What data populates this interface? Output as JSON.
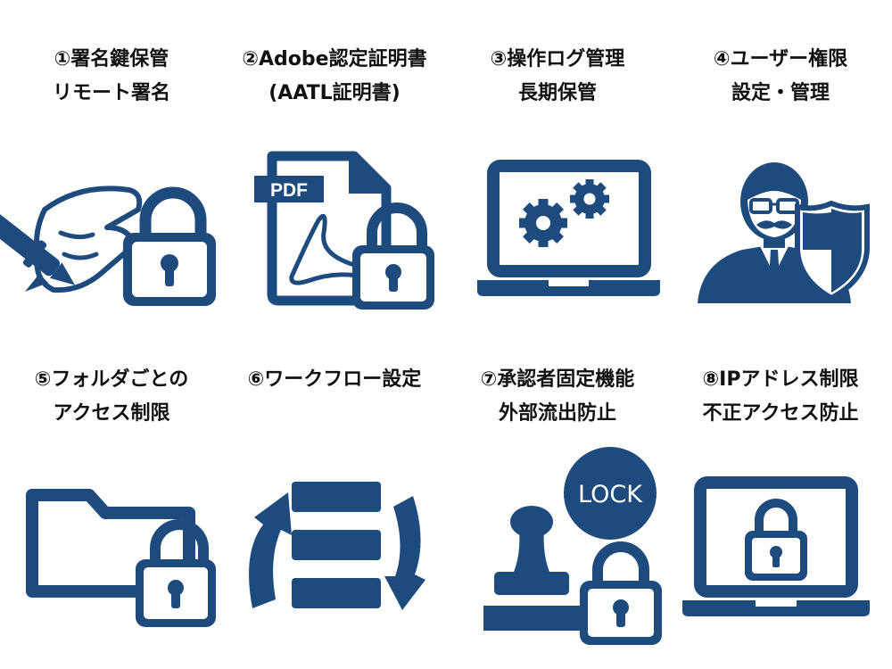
{
  "theme": {
    "icon_color": "#1e4b7d",
    "text_color": "#111111",
    "background": "#ffffff"
  },
  "features": [
    {
      "lines": [
        "①署名鍵保管",
        "リモート署名"
      ],
      "icon": "pen-lock-icon"
    },
    {
      "lines": [
        "②Adobe認定証明書",
        "(AATL証明書)"
      ],
      "icon": "pdf-lock-icon",
      "pdf_label": "PDF"
    },
    {
      "lines": [
        "③操作ログ管理",
        "長期保管"
      ],
      "icon": "laptop-gears-icon"
    },
    {
      "lines": [
        "④ユーザー権限",
        "設定・管理"
      ],
      "icon": "admin-shield-icon"
    },
    {
      "lines": [
        "⑤フォルダごとの",
        "アクセス制限"
      ],
      "icon": "folder-lock-icon"
    },
    {
      "lines": [
        "⑥ワークフロー設定"
      ],
      "icon": "workflow-cycle-icon"
    },
    {
      "lines": [
        "⑦承認者固定機能",
        "外部流出防止"
      ],
      "icon": "stamp-lock-icon",
      "badge_label": "LOCK"
    },
    {
      "lines": [
        "⑧IPアドレス制限",
        "不正アクセス防止"
      ],
      "icon": "laptop-lock-icon"
    }
  ]
}
